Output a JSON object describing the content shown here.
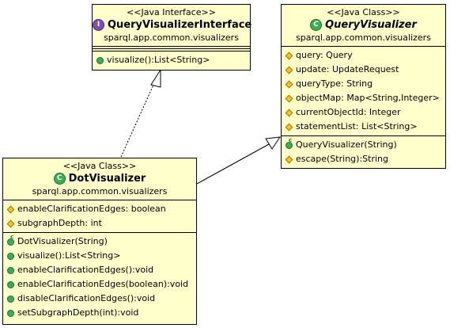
{
  "classes": {
    "iface": {
      "stereotype": "<<Java Interface>>",
      "name": "QueryVisualizerInterface",
      "package": "sparql.app.common.visualizers",
      "badge": "I",
      "methods": [
        "visualize():List<String>"
      ]
    },
    "query": {
      "stereotype": "<<Java Class>>",
      "name": "QueryVisualizer",
      "package": "sparql.app.common.visualizers",
      "badge": "C",
      "attributes": [
        "query: Query",
        "update: UpdateRequest",
        "queryType: String",
        "objectMap: Map<String,Integer>",
        "currentObjectId: Integer",
        "statementList: List<String>"
      ],
      "methods": [
        "QueryVisualizer(String)",
        "escape(String):String"
      ]
    },
    "dot": {
      "stereotype": "<<Java Class>>",
      "name": "DotVisualizer",
      "package": "sparql.app.common.visualizers",
      "badge": "C",
      "attributes": [
        "enableClarificationEdges: boolean",
        "subgraphDepth: int"
      ],
      "methods": [
        "DotVisualizer(String)",
        "visualize():List<String>",
        "enableClarificationEdges():void",
        "enableClarificationEdges(boolean):void",
        "disableClarificationEdges():void",
        "setSubgraphDepth(int):void"
      ]
    }
  },
  "colors": {
    "class_fill": "#ffffcc",
    "border": "#000000"
  },
  "relations": [
    {
      "kind": "realization",
      "from": "DotVisualizer",
      "to": "QueryVisualizerInterface"
    },
    {
      "kind": "generalization",
      "from": "DotVisualizer",
      "to": "QueryVisualizer"
    }
  ]
}
